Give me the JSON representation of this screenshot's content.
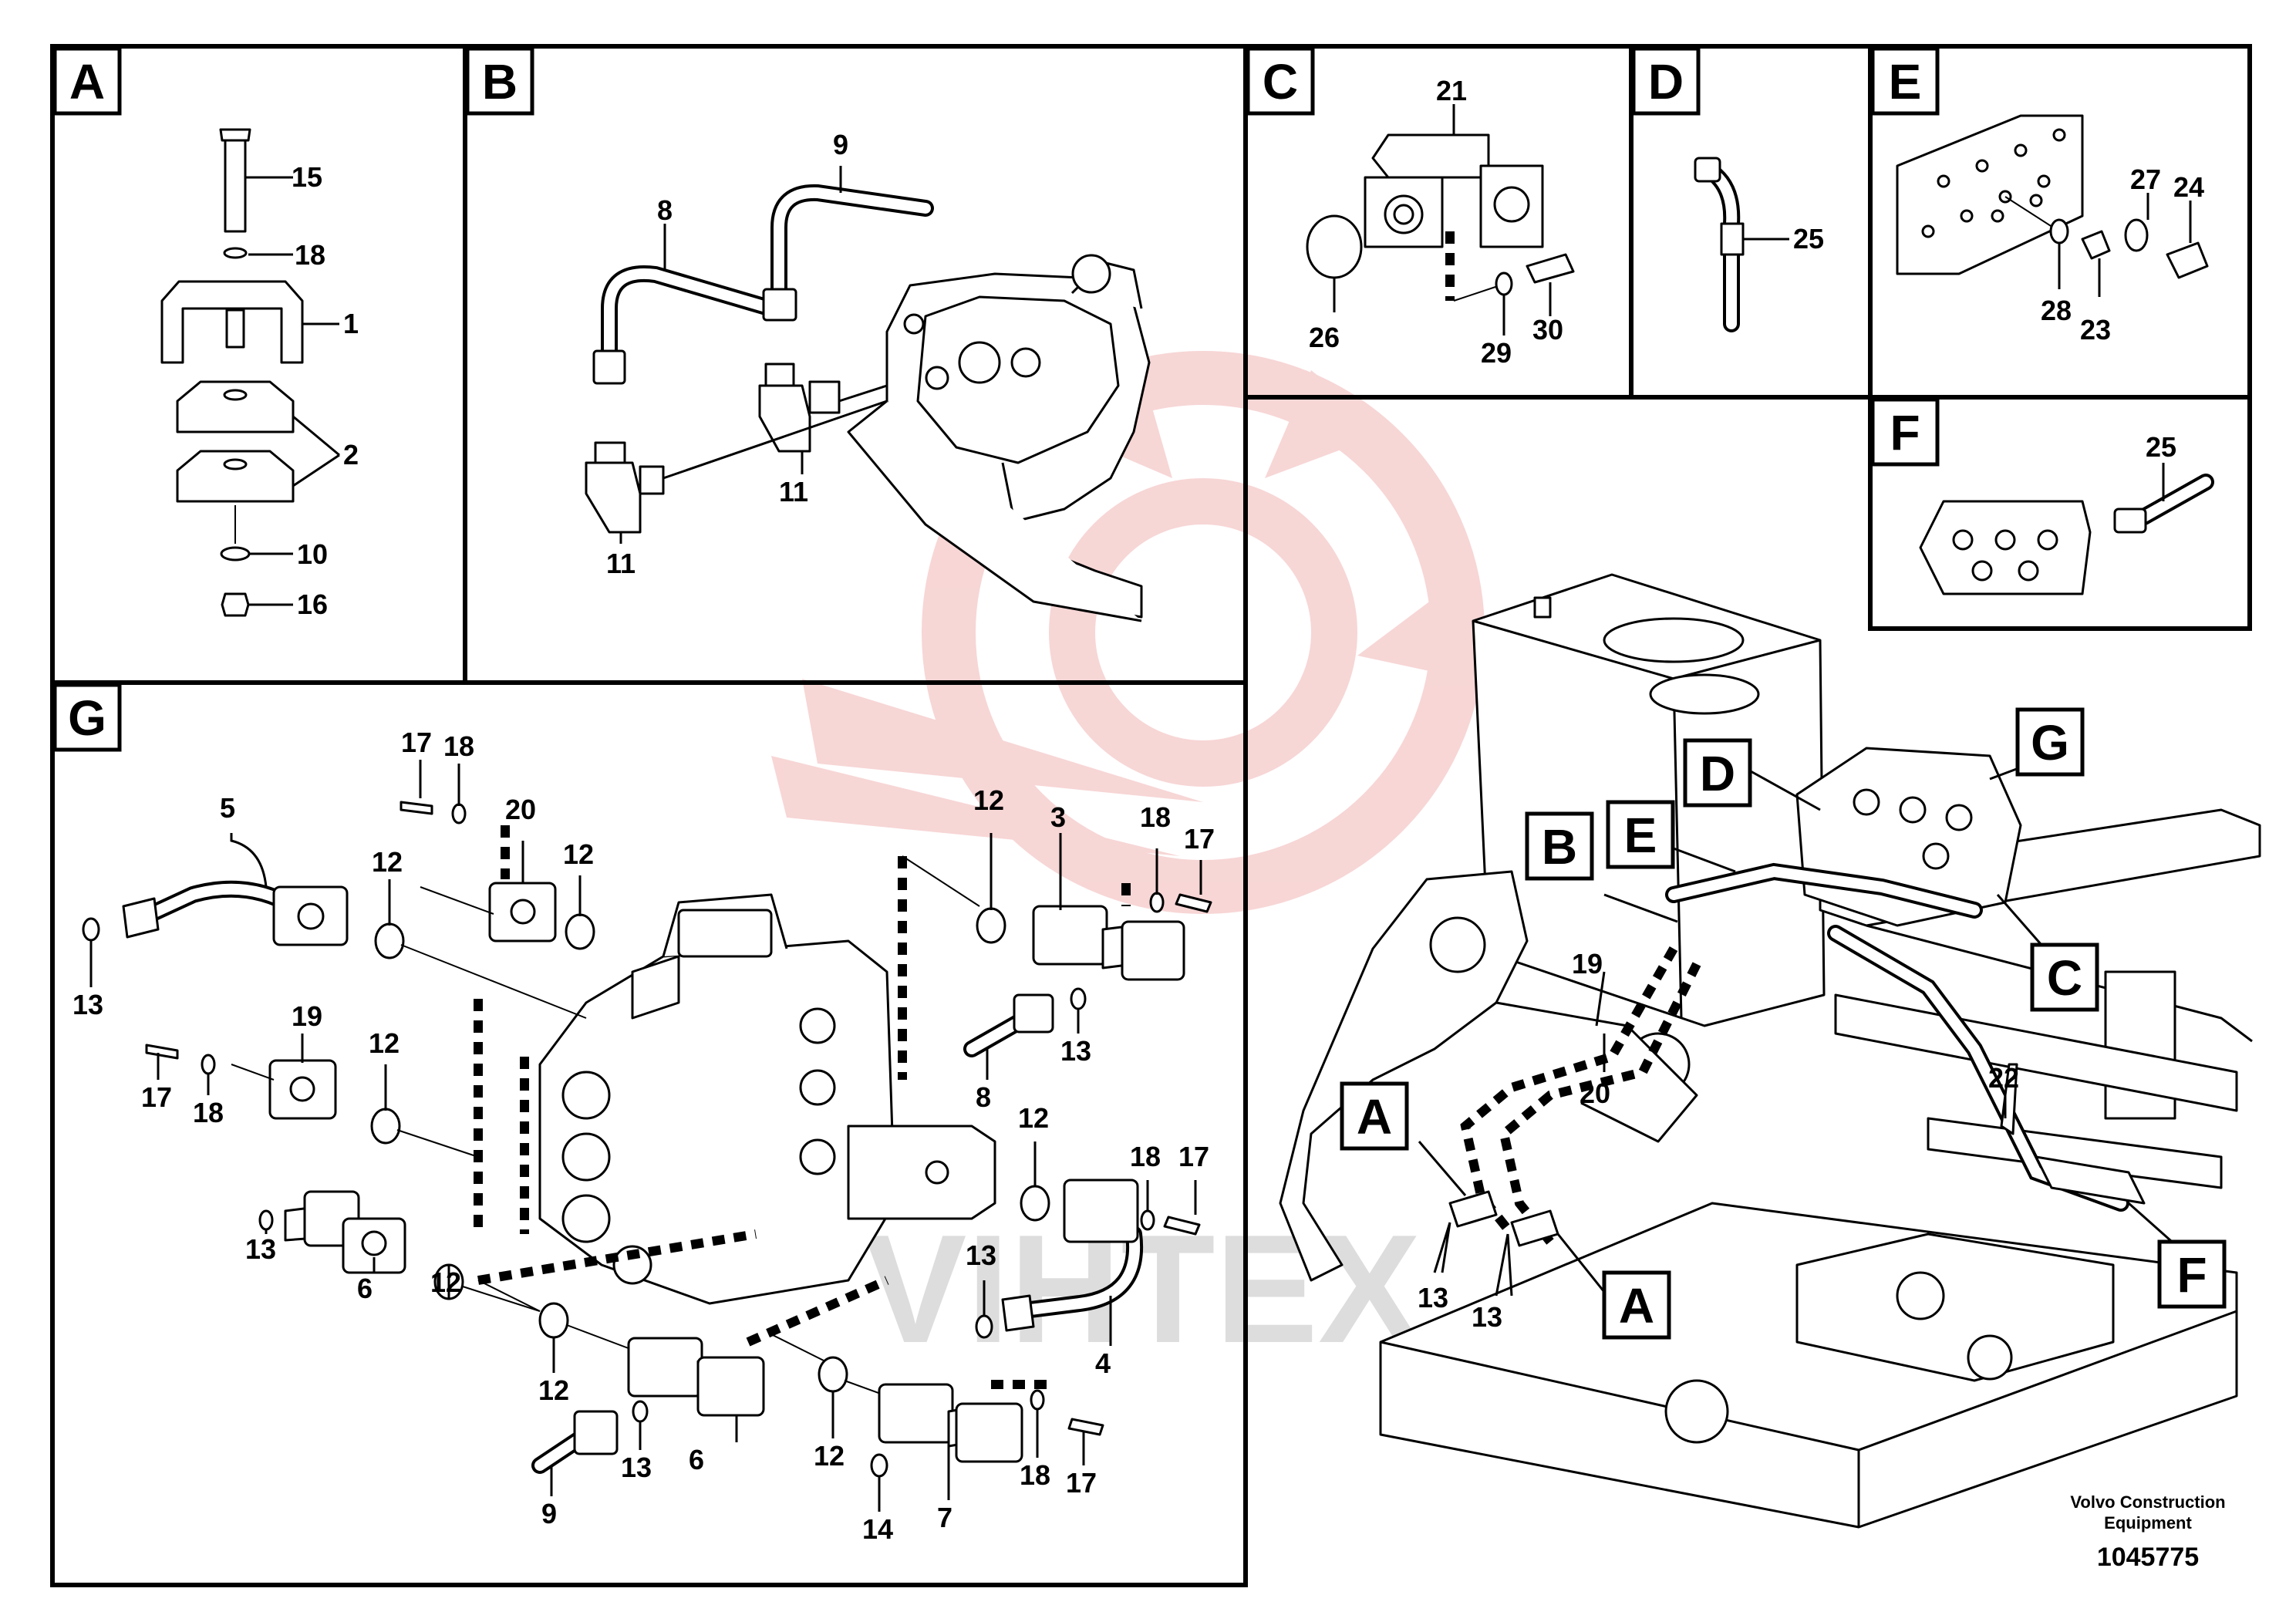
{
  "panels": {
    "A": {
      "tag": "A",
      "callouts": [
        "15",
        "18",
        "1",
        "2",
        "10",
        "16"
      ]
    },
    "B": {
      "tag": "B",
      "callouts": [
        "9",
        "8",
        "11",
        "11"
      ]
    },
    "C": {
      "tag": "C",
      "callouts": [
        "21",
        "26",
        "29",
        "30"
      ]
    },
    "D": {
      "tag": "D",
      "callouts": [
        "25"
      ]
    },
    "E": {
      "tag": "E",
      "callouts": [
        "27",
        "24",
        "28",
        "23"
      ]
    },
    "F": {
      "tag": "F",
      "callouts": [
        "25"
      ]
    },
    "G": {
      "tag": "G",
      "callouts": [
        "17",
        "18",
        "5",
        "20",
        "12",
        "12",
        "13",
        "12",
        "3",
        "18",
        "17",
        "19",
        "12",
        "8",
        "13",
        "17",
        "18",
        "13",
        "6",
        "12",
        "12",
        "18",
        "17",
        "13",
        "12",
        "4",
        "12",
        "9",
        "13",
        "6",
        "12",
        "18",
        "17",
        "14",
        "7"
      ]
    }
  },
  "overview": {
    "tags": [
      "D",
      "G",
      "B",
      "E",
      "A",
      "C",
      "A",
      "F"
    ],
    "callouts": [
      "19",
      "20",
      "13",
      "13",
      "22"
    ]
  },
  "footer": {
    "company_line1": "Volvo Construction",
    "company_line2": "Equipment",
    "drawing_number": "1045775"
  },
  "watermark": "VIHTEX"
}
